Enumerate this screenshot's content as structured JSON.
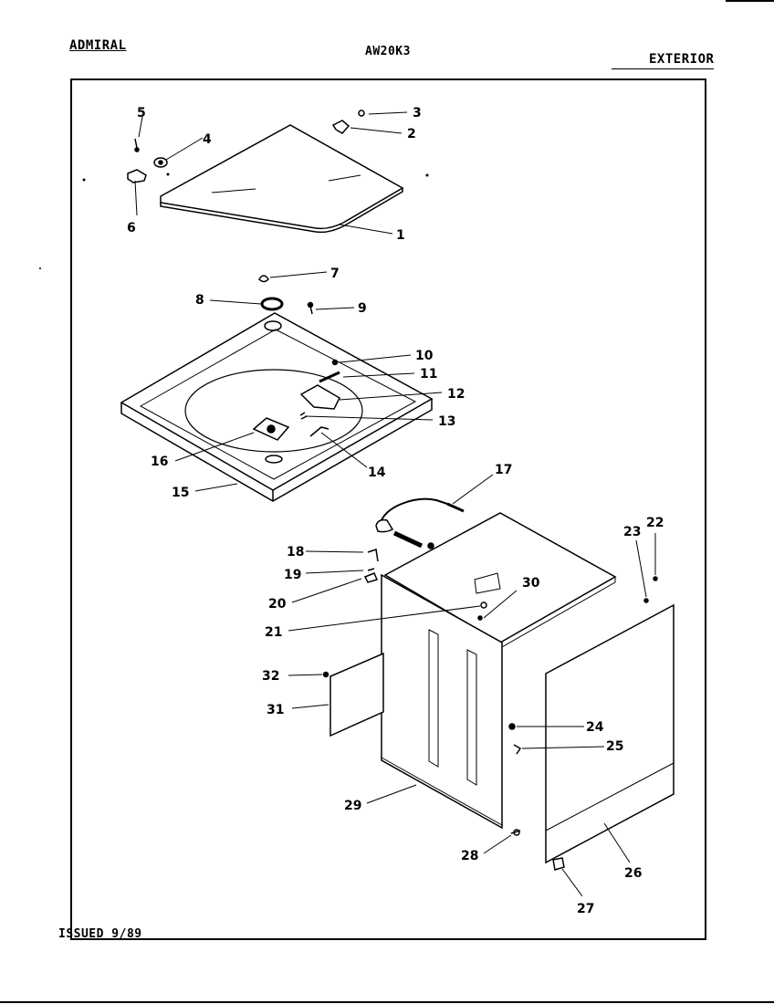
{
  "header": {
    "brand": "ADMIRAL",
    "model": "AW20K3",
    "section": "EXTERIOR"
  },
  "footer": {
    "issued": "ISSUED 9/89"
  },
  "callouts": [
    "1",
    "2",
    "3",
    "4",
    "5",
    "6",
    "7",
    "8",
    "9",
    "10",
    "11",
    "12",
    "13",
    "14",
    "15",
    "16",
    "17",
    "18",
    "19",
    "20",
    "21",
    "22",
    "23",
    "24",
    "25",
    "26",
    "27",
    "28",
    "29",
    "30",
    "31",
    "32"
  ]
}
